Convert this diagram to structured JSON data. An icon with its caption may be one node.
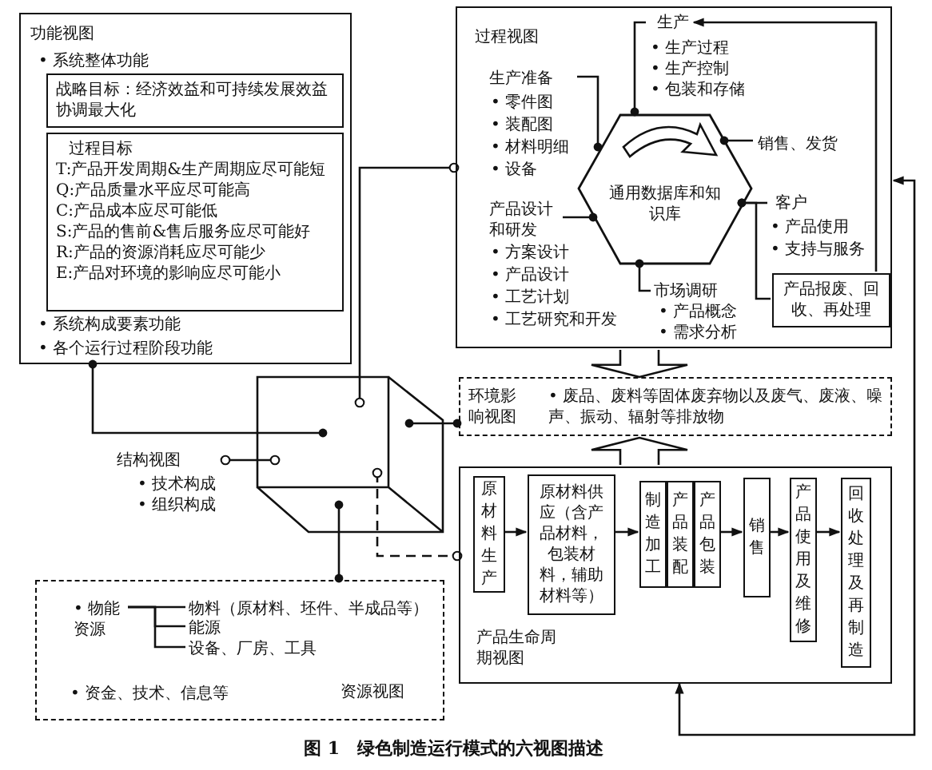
{
  "diagram": {
    "caption": "图 1　绿色制造运行模式的六视图描述",
    "nodes": [
      {
        "text": [
          "功能视图",
          "• 系统整体功能",
          "• 系统构成要素功能",
          "• 各个运行过程阶段功能"
        ]
      },
      {
        "text": [
          "战略目标：经济效益和可持续发展效益协调最大化"
        ],
        "in": 0
      },
      {
        "text": [
          "过程目标",
          "T:产品开发周期&生产周期应尽可能短",
          "Q:产品质量水平应尽可能高",
          "C:产品成本应尽可能低",
          "S:产品的售前&售后服务应尽可能好",
          "R:产品的资源消耗应尽可能少",
          "E:产品对环境的影响应尽可能小"
        ],
        "in": 0
      },
      {
        "text": [
          "过程视图"
        ]
      },
      {
        "text": [
          "通用数据库和知识库"
        ],
        "in": 3
      },
      {
        "text": [
          "生产",
          "• 生产过程",
          "• 生产控制",
          "• 包装和存储"
        ],
        "in": 3
      },
      {
        "text": [
          "生产准备",
          "• 零件图",
          "• 装配图",
          "• 材料明细",
          "• 设备"
        ],
        "in": 3
      },
      {
        "text": [
          "销售、发货"
        ],
        "in": 3
      },
      {
        "text": [
          "客户",
          "• 产品使用",
          "• 支持与服务"
        ],
        "in": 3
      },
      {
        "text": [
          "产品设计和研发",
          "• 方案设计",
          "• 产品设计",
          "• 工艺计划",
          "• 工艺研究和开发"
        ],
        "in": 3
      },
      {
        "text": [
          "市场调研",
          "• 产品概念",
          "• 需求分析"
        ],
        "in": 3
      },
      {
        "text": [
          "产品报废、回收、再处理"
        ],
        "in": 3
      },
      {
        "text": [],
        "shape": "cube"
      },
      {
        "text": [
          "结构视图",
          "• 技术构成",
          "• 组织构成"
        ]
      },
      {
        "text": [
          "环境影响视图",
          "• 废品、废料等固体废弃物以及废气、废液、噪声、振动、辐射等排放物"
        ]
      },
      {
        "text": [
          "产品生命周期视图"
        ]
      },
      {
        "text": [
          "原材料生产"
        ],
        "in": 15
      },
      {
        "text": [
          "原材料供应（含产品材料，包装材料，辅助材料等）"
        ],
        "in": 15
      },
      {
        "text": [
          "制造加工"
        ],
        "in": 15
      },
      {
        "text": [
          "产品装配"
        ],
        "in": 15
      },
      {
        "text": [
          "产品包装"
        ],
        "in": 15
      },
      {
        "text": [
          "销售"
        ],
        "in": 15
      },
      {
        "text": [
          "产品使用及维修"
        ],
        "in": 15
      },
      {
        "text": [
          "回收处理及再制造"
        ],
        "in": 15
      },
      {
        "text": [
          "• 资金、技术、信息等",
          "资源视图"
        ]
      },
      {
        "text": [
          "• 物能资源"
        ],
        "in": 24
      },
      {
        "text": [
          "物料（原材料、坯件、半成品等）"
        ],
        "in": 24
      },
      {
        "text": [
          "能源"
        ],
        "in": 24
      },
      {
        "text": [
          "设备、厂房、工具"
        ],
        "in": 24
      }
    ],
    "edges": [
      {
        "from": 0,
        "to": 12,
        "arrow": "other"
      },
      {
        "from": 12,
        "to": 3,
        "arrow": "other"
      },
      {
        "from": 13,
        "to": 12,
        "arrow": "other"
      },
      {
        "from": 12,
        "to": 14,
        "arrow": "other"
      },
      {
        "from": 12,
        "to": 15,
        "arrow": "other",
        "style": "dashed"
      },
      {
        "from": 12,
        "to": 24,
        "arrow": "other"
      },
      {
        "from": 4,
        "to": 5,
        "arrow": "other"
      },
      {
        "from": 4,
        "to": 6,
        "arrow": "other"
      },
      {
        "from": 4,
        "to": 7,
        "arrow": "other"
      },
      {
        "from": 4,
        "to": 8,
        "arrow": "other"
      },
      {
        "from": 4,
        "to": 9,
        "arrow": "other"
      },
      {
        "from": 4,
        "to": 10,
        "arrow": "other"
      },
      {
        "from": 4,
        "to": 11,
        "arrow": "other"
      },
      {
        "from": 11,
        "to": 5,
        "arrow": "to"
      },
      {
        "from": 15,
        "to": 3,
        "arrow": "both"
      },
      {
        "from": 3,
        "to": 14,
        "arrow": "to"
      },
      {
        "from": 15,
        "to": 14,
        "arrow": "to"
      },
      {
        "from": 16,
        "to": 17,
        "arrow": "to"
      },
      {
        "from": 17,
        "to": 18,
        "arrow": "to"
      },
      {
        "from": 20,
        "to": 21,
        "arrow": "to"
      },
      {
        "from": 21,
        "to": 22,
        "arrow": "to"
      },
      {
        "from": 22,
        "to": 23,
        "arrow": "to"
      },
      {
        "from": 25,
        "to": 26,
        "arrow": "none"
      },
      {
        "from": 25,
        "to": 27,
        "arrow": "none"
      },
      {
        "from": 25,
        "to": 28,
        "arrow": "none"
      }
    ]
  }
}
